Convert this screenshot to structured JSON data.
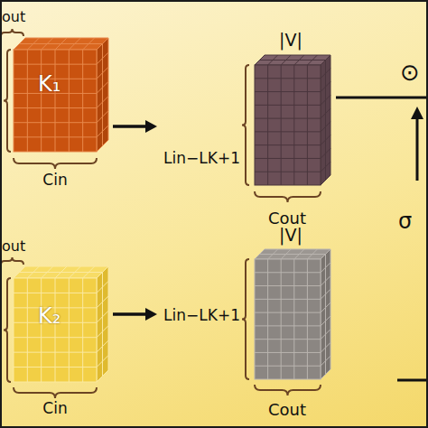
{
  "diagram": {
    "nodes": [
      {
        "text": [
          "K₁"
        ]
      },
      {
        "text": [
          "|V|",
          "Lin−LK+1",
          "Cout"
        ]
      },
      {
        "text": [
          "K₂"
        ]
      },
      {
        "text": [
          "|V|",
          "Lin−LK+1",
          "Cout"
        ]
      }
    ],
    "edges": [
      {
        "from": 0,
        "to": 1,
        "arrow": "to"
      },
      {
        "from": 2,
        "to": 3,
        "arrow": "to"
      }
    ],
    "labels": [
      "out",
      "Cin",
      "⊙",
      "σ",
      "out",
      "Cin"
    ]
  }
}
